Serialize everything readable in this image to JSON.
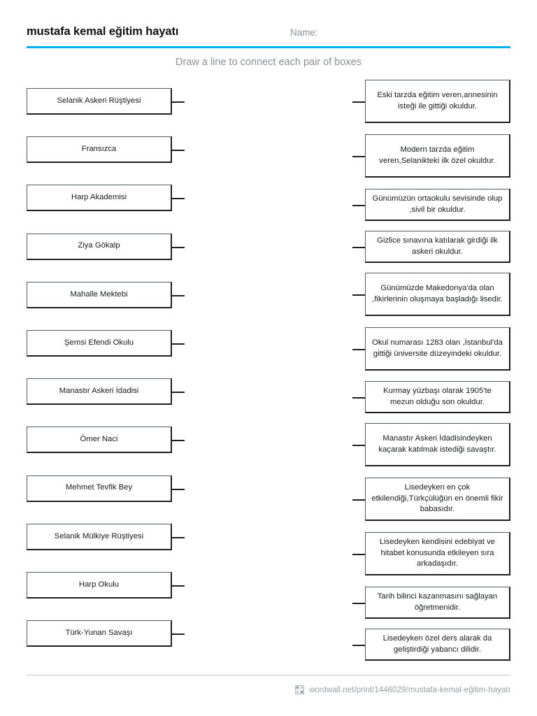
{
  "header": {
    "title": "mustafa kemal eğitim hayatı",
    "name_label": "Name:",
    "rule_color": "#00b3f0"
  },
  "instruction": "Draw a line to connect each pair of boxes",
  "left_column": [
    {
      "label": "Selanik Askeri Rüştiyesi"
    },
    {
      "label": "Fransızca"
    },
    {
      "label": "Harp Akademisi"
    },
    {
      "label": "Ziya Gökalp"
    },
    {
      "label": "Mahalle Mektebi"
    },
    {
      "label": "Şemsi Efendi Okulu"
    },
    {
      "label": "Manastır Askeri İdadisi"
    },
    {
      "label": "Ömer Naci"
    },
    {
      "label": "Mehmet Tevfik Bey"
    },
    {
      "label": "Selanik Mülkiye Rüştiyesi"
    },
    {
      "label": "Harp Okulu"
    },
    {
      "label": "Türk-Yunan Savaşı"
    }
  ],
  "right_column": [
    {
      "label": "Eski tarzda eğitim veren,annesinin isteği ile gittiği okuldur."
    },
    {
      "label": "Modern tarzda eğitim veren,Selanikteki ilk özel okuldur."
    },
    {
      "label": "Günümüzün ortaokulu sevisinde olup ,sivil bir okuldur."
    },
    {
      "label": "Gizlice sınavına katılarak girdiği ilk askeri okuldur."
    },
    {
      "label": "Günümüzde Makedonya'da olan ,fikirlerinin oluşmaya başladığı lisedir."
    },
    {
      "label": "Okul numarası 1283 olan ,İstanbul'da gittiği üniversite düzeyindeki okuldur."
    },
    {
      "label": "Kurmay yüzbaşı olarak 1905'te mezun olduğu son okuldur."
    },
    {
      "label": "Manastır Askeri İdadisindeyken kaçarak katılmak istediği savaştır."
    },
    {
      "label": "Lisedeyken en çok etkilendiği,Türkçülüğün en önemli fikir babasıdır."
    },
    {
      "label": "Lisedeyken kendisini edebiyat ve hitabet konusunda etkileyen sıra arkadaşıdır."
    },
    {
      "label": "Tarih bilinci kazanmasını sağlayan öğretmenidir."
    },
    {
      "label": "Lisedeyken özel ders alarak da geliştirdiği yabancı dilidir."
    }
  ],
  "footer": {
    "logo": "wordwall-grid-logo",
    "url": "wordwall.net/print/1446029/mustafa-kemal-eğitim-hayatı"
  }
}
